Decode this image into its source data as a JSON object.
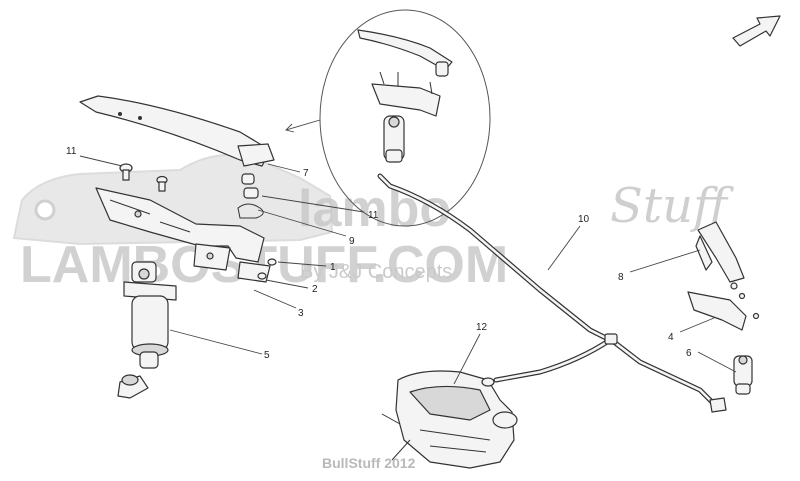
{
  "watermark": {
    "brand_prefix": "lambo",
    "brand_suffix": "Stuff",
    "site": "LAMBOSTUFF.COM",
    "tagline": "By J&J Concepts"
  },
  "footer": {
    "text": "BullStuff 2012"
  },
  "labels": {
    "p1": "1",
    "p2": "2",
    "p3": "3",
    "p4": "4",
    "p5": "5",
    "p6": "6",
    "p7": "7",
    "p8": "8",
    "p9": "9",
    "p10": "10",
    "p11a": "11",
    "p11b": "11",
    "p12": "12"
  },
  "icons": {
    "direction": "direction-arrow-icon",
    "detail_view": "detail-view-arrow-icon"
  }
}
